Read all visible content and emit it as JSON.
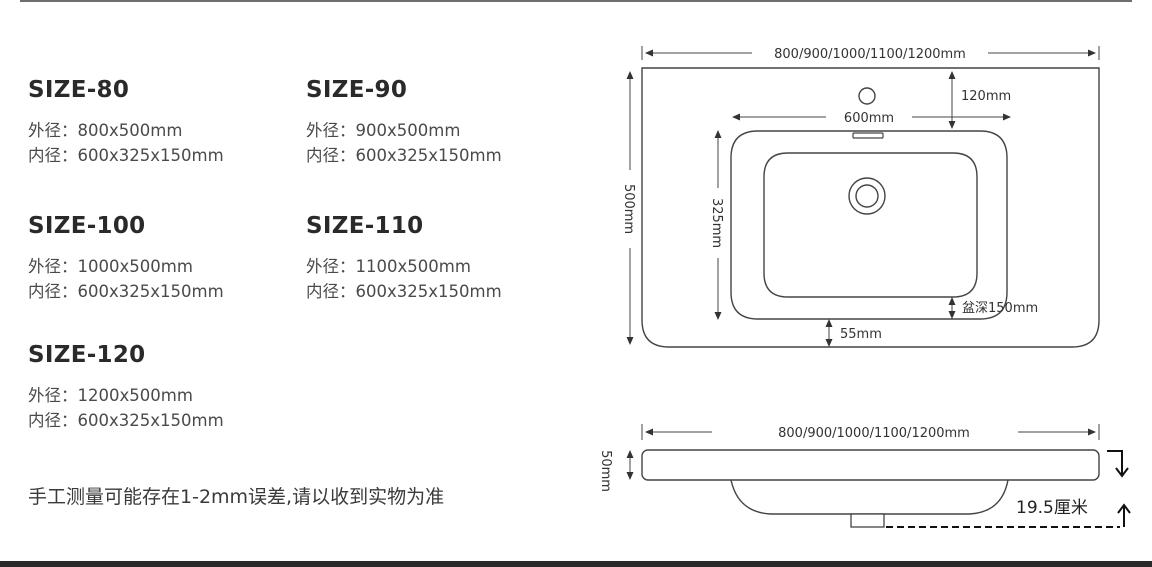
{
  "sizes": [
    {
      "title": "SIZE-80",
      "outer_label": "外径：",
      "outer": "800x500mm",
      "inner_label": "内径：",
      "inner": "600x325x150mm"
    },
    {
      "title": "SIZE-90",
      "outer_label": "外径：",
      "outer": "900x500mm",
      "inner_label": "内径：",
      "inner": "600x325x150mm"
    },
    {
      "title": "SIZE-100",
      "outer_label": "外径：",
      "outer": "1000x500mm",
      "inner_label": "内径：",
      "inner": "600x325x150mm"
    },
    {
      "title": "SIZE-110",
      "outer_label": "外径：",
      "outer": "1100x500mm",
      "inner_label": "内径：",
      "inner": "600x325x150mm"
    },
    {
      "title": "SIZE-120",
      "outer_label": "外径：",
      "outer": "1200x500mm",
      "inner_label": "内径：",
      "inner": "600x325x150mm"
    }
  ],
  "note": "手工测量可能存在1-2mm误差,请以收到实物为准",
  "top_view": {
    "width_label": "800/900/1000/1100/1200mm",
    "height_label": "500mm",
    "faucet_offset_label": "120mm",
    "bowl_width_label": "600mm",
    "bowl_length_label": "325mm",
    "bowl_depth_label": "盆深150mm",
    "front_margin_label": "55mm"
  },
  "side_view": {
    "width_label": "800/900/1000/1100/1200mm",
    "thickness_label": "50mm",
    "total_depth_label": "19.5厘米"
  }
}
